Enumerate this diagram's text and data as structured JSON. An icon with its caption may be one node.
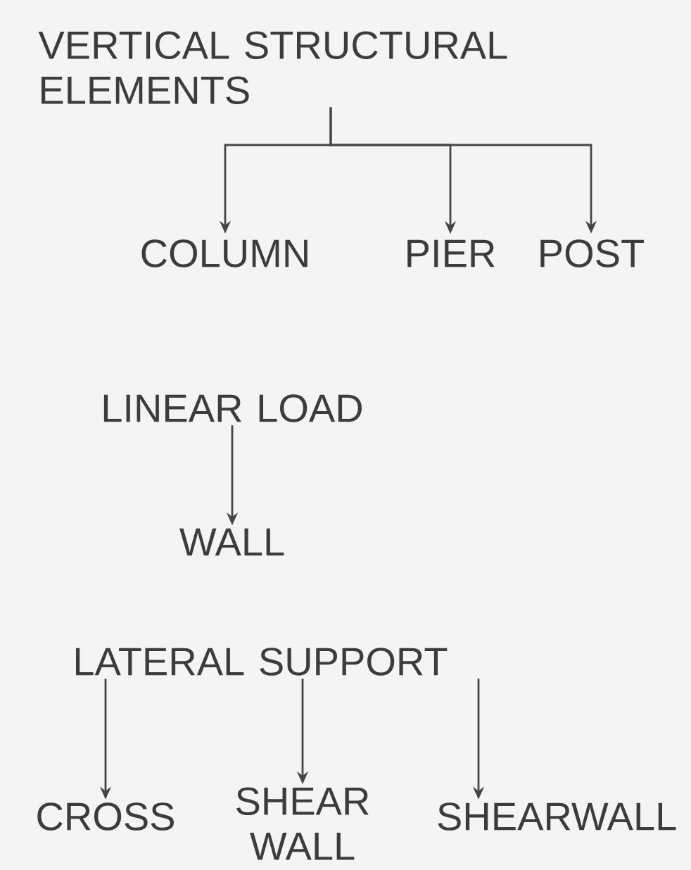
{
  "diagram": {
    "nodes": [
      {
        "text": [
          "VERTICAL STRUCTURAL ELEMENTS"
        ]
      },
      {
        "text": [
          "COLUMN"
        ]
      },
      {
        "text": [
          "PIER"
        ]
      },
      {
        "text": [
          "POST"
        ]
      },
      {
        "text": [
          "LINEAR LOAD"
        ]
      },
      {
        "text": [
          "WALL"
        ]
      },
      {
        "text": [
          "LATERAL SUPPORT"
        ]
      },
      {
        "text": [
          "CROSS"
        ]
      },
      {
        "text": [
          "SHEAR WALL"
        ]
      },
      {
        "text": [
          "SHEARWALL"
        ]
      }
    ],
    "edges": [
      {
        "from": 0,
        "to": 1,
        "arrow": "to"
      },
      {
        "from": 0,
        "to": 2,
        "arrow": "to"
      },
      {
        "from": 0,
        "to": 3,
        "arrow": "to"
      },
      {
        "from": 4,
        "to": 5,
        "arrow": "to"
      },
      {
        "from": 6,
        "to": 7,
        "arrow": "to"
      },
      {
        "from": 6,
        "to": 8,
        "arrow": "to"
      },
      {
        "from": 6,
        "to": 9,
        "arrow": "to"
      }
    ]
  }
}
